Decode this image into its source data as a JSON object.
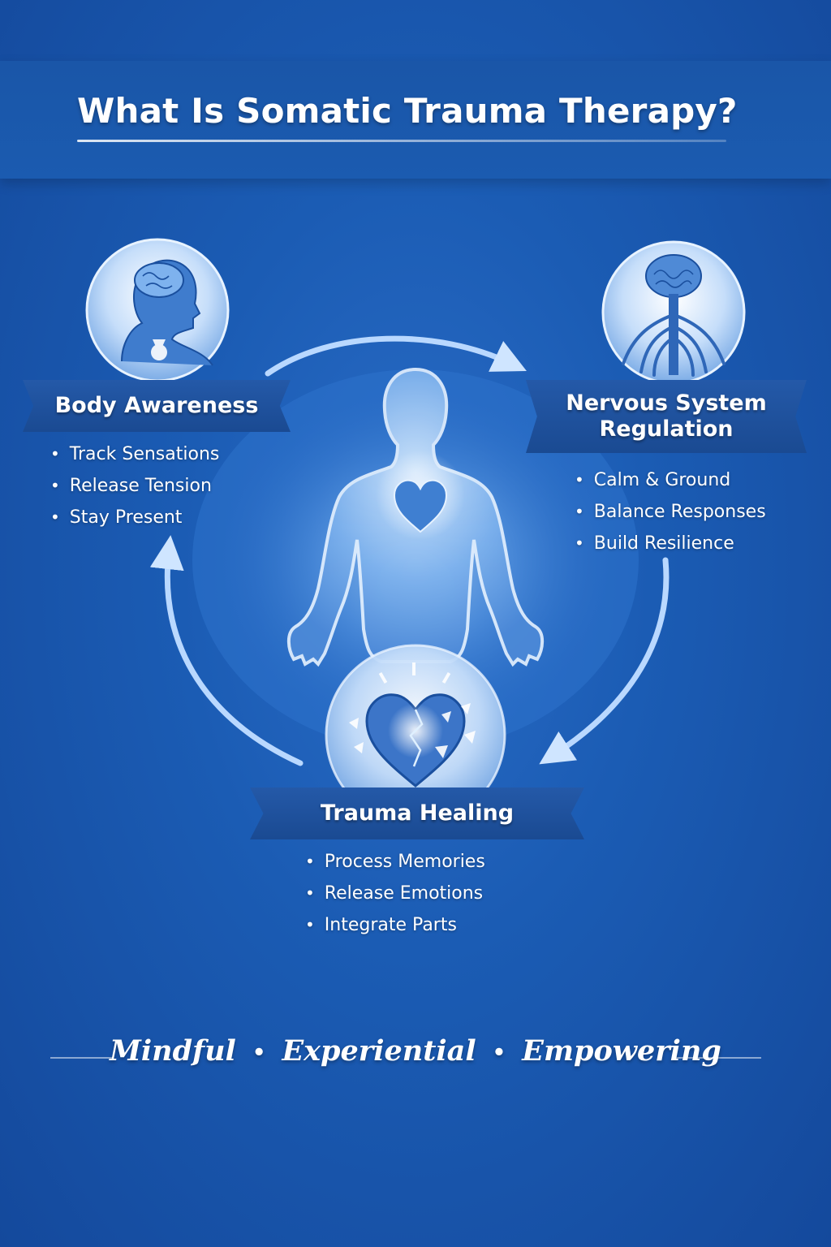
{
  "title": "What Is Somatic Trauma Therapy?",
  "sections": [
    {
      "title_line1": "Body Awareness",
      "title_line2": "",
      "icon": "head-brain-icon",
      "items": [
        "Track Sensations",
        "Release Tension",
        "Stay Present"
      ]
    },
    {
      "title_line1": "Nervous System",
      "title_line2": "Regulation",
      "icon": "brain-spine-nerves-icon",
      "items": [
        "Calm & Ground",
        "Balance Responses",
        "Build Resilience"
      ]
    },
    {
      "title_line1": "Trauma Healing",
      "title_line2": "",
      "icon": "broken-heart-icon",
      "items": [
        "Process Memories",
        "Release Emotions",
        "Integrate Parts"
      ]
    }
  ],
  "center_figure": "human-body-with-heart-icon",
  "taglines": [
    "Mindful",
    "Experiential",
    "Empowering"
  ],
  "colors": {
    "background": "#1b5cb4",
    "banner": "#1f4f9c",
    "glow": "#bcd9ff",
    "text": "#ffffff"
  }
}
